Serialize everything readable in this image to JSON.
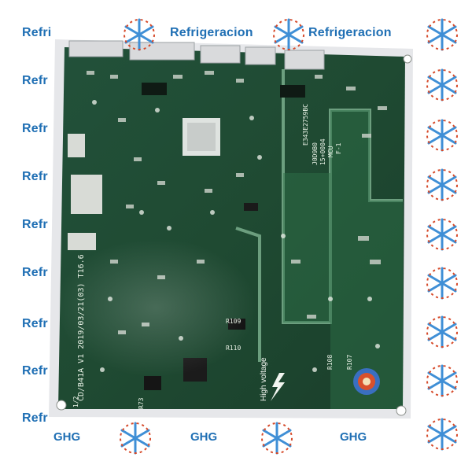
{
  "watermarks": {
    "brand": "Refrigeracion",
    "brand_cut": "Refr",
    "brand_cut_b": "Refri",
    "ghg": "GHG"
  },
  "pcb": {
    "silkscreen_codes": [
      "E343E2759BC",
      "J0D9B0",
      "15+0004",
      "MCU",
      "F-1"
    ],
    "high_voltage": "High voltage",
    "resistor_labels": [
      "R109",
      "R110",
      "R108",
      "R107",
      "R73"
    ],
    "vertical_code": "CD/B41A V1 2019/03/21(03) T16.6",
    "page_mark": "1/2"
  },
  "colors": {
    "board": "#1f4a30",
    "board_light": "#2a6a41",
    "trace": "#8ebfa0",
    "substrate": "#e8e8ea",
    "watermark_blue": "#1f6fb4",
    "flake_red": "#d64a2a",
    "flake_blue": "#3f8fd6"
  }
}
